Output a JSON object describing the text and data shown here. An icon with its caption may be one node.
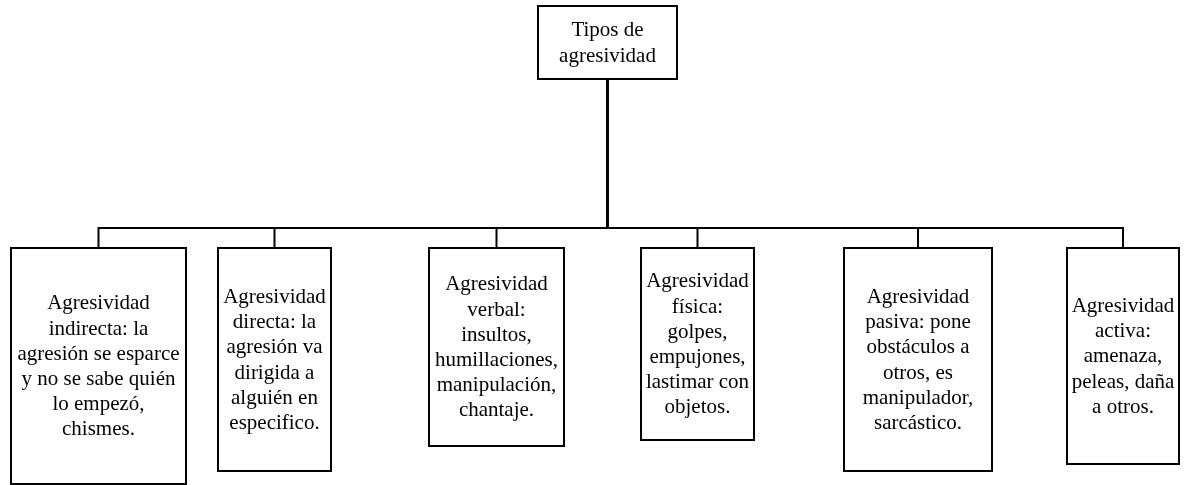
{
  "diagram": {
    "nodes": [
      {
        "text": [
          "Tipos de agresividad"
        ]
      },
      {
        "text": [
          "Agresividad indirecta: la agresión se esparce y no se sabe quién lo empezó, chismes."
        ]
      },
      {
        "text": [
          "Agresividad directa: la agresión va dirigida a alguién en especifico."
        ]
      },
      {
        "text": [
          "Agresividad verbal: insultos, humillaciones, manipulación, chantaje."
        ]
      },
      {
        "text": [
          "Agresividad física: golpes, empujones, lastimar con objetos."
        ]
      },
      {
        "text": [
          "Agresividad pasiva: pone obstáculos a otros, es manipulador, sarcástico."
        ]
      },
      {
        "text": [
          "Agresividad activa: amenaza, peleas, daña a otros."
        ]
      }
    ],
    "edges": [
      {
        "from": 0,
        "to": 1,
        "arrow": "none"
      },
      {
        "from": 0,
        "to": 2,
        "arrow": "none"
      },
      {
        "from": 0,
        "to": 3,
        "arrow": "none"
      },
      {
        "from": 0,
        "to": 4,
        "arrow": "none"
      },
      {
        "from": 0,
        "to": 5,
        "arrow": "none"
      },
      {
        "from": 0,
        "to": 6,
        "arrow": "none"
      }
    ]
  }
}
